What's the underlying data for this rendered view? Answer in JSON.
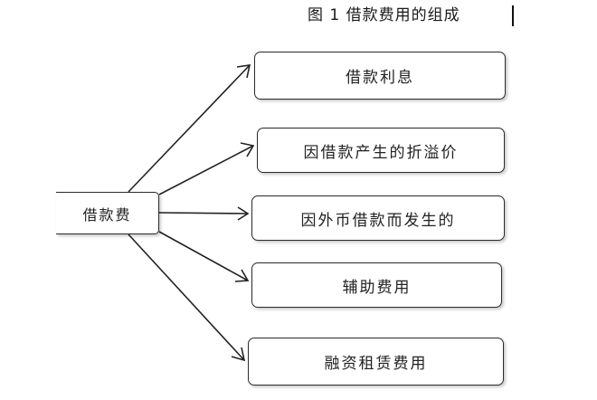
{
  "figure": {
    "caption": "图 1  借款费用的组成"
  },
  "diagram": {
    "source": {
      "label": "借款费"
    },
    "targets": [
      {
        "label": "借款利息"
      },
      {
        "label": "因借款产生的折溢价"
      },
      {
        "label": "因外币借款而发生的"
      },
      {
        "label": "辅助费用"
      },
      {
        "label": "融资租赁费用"
      }
    ],
    "colors": {
      "stroke": "#222222",
      "node_fill": "#ffffff",
      "text": "#222222"
    }
  }
}
